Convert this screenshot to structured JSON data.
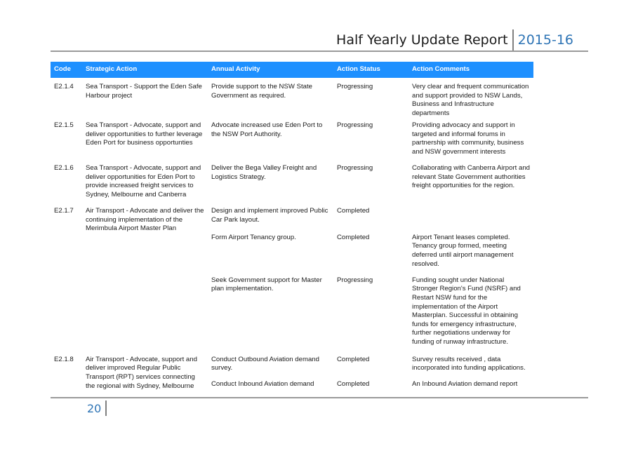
{
  "header": {
    "title": "Half Yearly Update Report",
    "year": "2015-16"
  },
  "table": {
    "columns": [
      "Code",
      "Strategic Action",
      "Annual Activity",
      "Action Status",
      "Action Comments"
    ],
    "rows": [
      {
        "code": "E2.1.4",
        "strategic_action": "Sea Transport - Support the Eden Safe Harbour project",
        "annual_activity": "Provide support to the NSW State Government as required.",
        "action_status": "Progressing",
        "action_comments": "Very clear and frequent communication and support provided to NSW Lands, Business and Infrastructure departments"
      },
      {
        "code": "E2.1.5",
        "strategic_action": "Sea Transport - Advocate, support and deliver opportunities to further leverage Eden Port for business opportunties",
        "annual_activity": "Advocate increased use Eden Port to the NSW Port Authority.",
        "action_status": "Progressing",
        "action_comments": "Providing advocacy and support in targeted and informal forums in partnership with community, business and NSW government interests"
      },
      {
        "code": "E2.1.6",
        "strategic_action": "Sea Transport - Advocate, support and deliver opportunities for Eden Port to provide increased freight services to Sydney, Melbourne and Canberra",
        "annual_activity": "Deliver the Bega Valley Freight and Logistics Strategy.",
        "action_status": "Progressing",
        "action_comments": "Collaborating with Canberra Airport and relevant State Government authorities freight opportunities for the region."
      },
      {
        "code": "E2.1.7",
        "strategic_action": "Air Transport - Advocate and deliver the continuing implementation of the Merimbula Airport Master Plan",
        "annual_activity": "Design and implement improved Public Car Park layout.",
        "action_status": "Completed",
        "action_comments": ""
      },
      {
        "code": "",
        "strategic_action": "",
        "annual_activity": "Form Airport Tenancy group.",
        "action_status": "Completed",
        "action_comments": "Airport Tenant leases completed. Tenancy group formed, meeting deferred until airport management resolved."
      },
      {
        "code": "",
        "strategic_action": "",
        "annual_activity": "Seek Government support for Master plan implementation.",
        "action_status": "Progressing",
        "action_comments": "Funding sought under National Stronger Region's Fund (NSRF) and Restart NSW fund for the implementation of the Airport Masterplan.  Successful in obtaining funds for emergency infrastructure, further negotiations underway for funding of runway infrastructure."
      },
      {
        "code": "E2.1.8",
        "strategic_action": "Air Transport - Advocate, support and deliver improved Regular Public Transport (RPT) services connecting the regional with Sydney, Melbourne",
        "annual_activity": "Conduct Outbound Aviation demand survey.",
        "action_status": "Completed",
        "action_comments": "Survey results received , data incorporated into funding applications."
      },
      {
        "code": "",
        "strategic_action": "",
        "annual_activity": "Conduct Inbound Aviation demand",
        "action_status": "Completed",
        "action_comments": "An Inbound Aviation demand report"
      }
    ]
  },
  "footer": {
    "page_number": "20"
  },
  "colors": {
    "header_bar": "#1e90ff",
    "year_text": "#2e74b5",
    "rule": "#9a9a9a"
  }
}
